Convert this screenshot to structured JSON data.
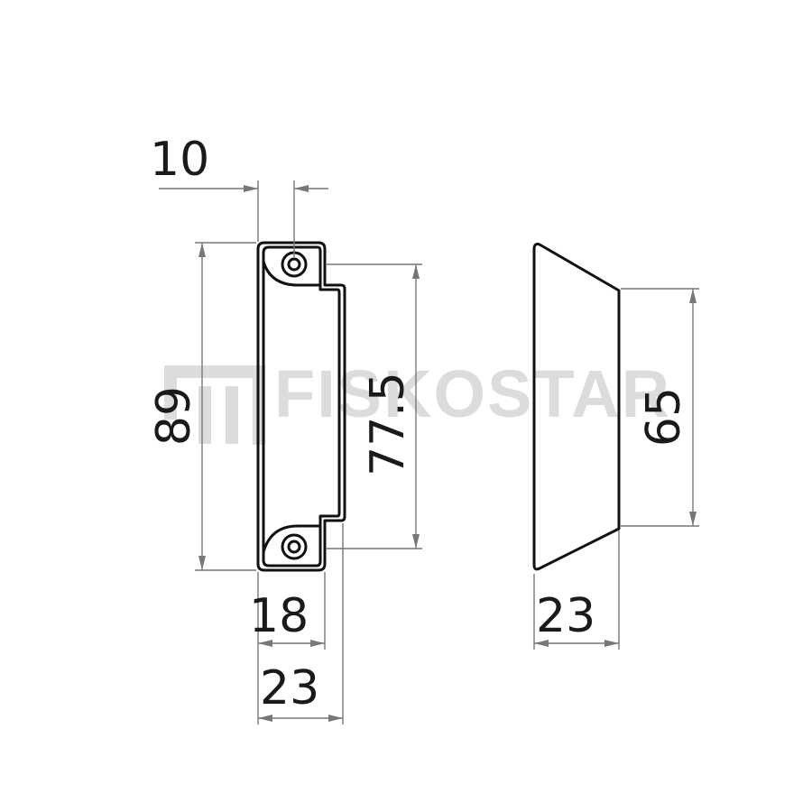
{
  "watermark": {
    "text": "FISKOSTAR"
  },
  "front_view": {
    "dim_top_width": "10",
    "dim_total_height": "89",
    "dim_inner_height": "77.5",
    "dim_base_width": "18",
    "dim_total_width": "23"
  },
  "side_view": {
    "dim_height": "65",
    "dim_width": "23"
  }
}
